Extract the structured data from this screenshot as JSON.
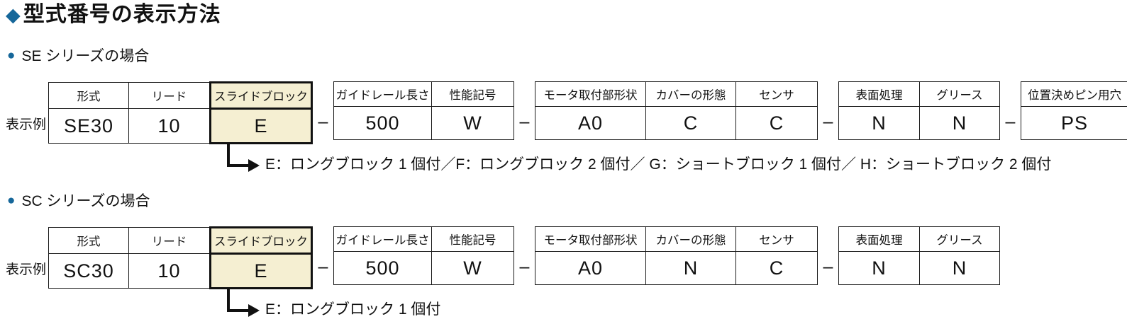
{
  "page_title": "型式番号の表示方法",
  "separator": "–",
  "colors": {
    "accent_blue": "#16679a",
    "highlight_yellow": "#f5efd2",
    "border_dark": "#1a1a1a"
  },
  "sections": [
    {
      "id": "se",
      "heading": "SE シリーズの場合",
      "row_label": "表示例",
      "groups": [
        {
          "cells": [
            {
              "header": "形式",
              "value": "SE30"
            },
            {
              "header": "リード",
              "value": "10"
            },
            {
              "header": "スライドブロック",
              "value": "E",
              "highlight": true
            }
          ]
        },
        {
          "cells": [
            {
              "header": "ガイドレール長さ",
              "value": "500"
            },
            {
              "header": "性能記号",
              "value": "W"
            }
          ]
        },
        {
          "cells": [
            {
              "header": "モータ取付部形状",
              "value": "A0"
            },
            {
              "header": "カバーの形態",
              "value": "C"
            },
            {
              "header": "センサ",
              "value": "C"
            }
          ]
        },
        {
          "cells": [
            {
              "header": "表面処理",
              "value": "N"
            },
            {
              "header": "グリース",
              "value": "N"
            }
          ]
        },
        {
          "cells": [
            {
              "header": "位置決めピン用穴",
              "value": "PS"
            }
          ]
        }
      ],
      "note": "E：ロングブロック 1 個付／F：ロングブロック 2 個付／ G：ショートブロック 1 個付／ H：ショートブロック 2 個付"
    },
    {
      "id": "sc",
      "heading": "SC シリーズの場合",
      "row_label": "表示例",
      "groups": [
        {
          "cells": [
            {
              "header": "形式",
              "value": "SC30"
            },
            {
              "header": "リード",
              "value": "10"
            },
            {
              "header": "スライドブロック",
              "value": "E",
              "highlight": true
            }
          ]
        },
        {
          "cells": [
            {
              "header": "ガイドレール長さ",
              "value": "500"
            },
            {
              "header": "性能記号",
              "value": "W"
            }
          ]
        },
        {
          "cells": [
            {
              "header": "モータ取付部形状",
              "value": "A0"
            },
            {
              "header": "カバーの形態",
              "value": "N"
            },
            {
              "header": "センサ",
              "value": "C"
            }
          ]
        },
        {
          "cells": [
            {
              "header": "表面処理",
              "value": "N"
            },
            {
              "header": "グリース",
              "value": "N"
            }
          ]
        }
      ],
      "note": "E：ロングブロック 1 個付"
    }
  ]
}
